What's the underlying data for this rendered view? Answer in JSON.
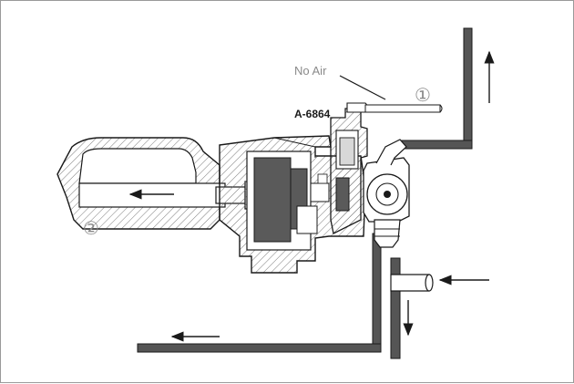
{
  "labels": {
    "no_air": "No Air",
    "part_number": "A-6864",
    "callout_1": "①",
    "callout_2": "②"
  },
  "colors": {
    "line": "#1a1a1a",
    "pipe_dark": "#555555",
    "callout_gray": "#8a8a8a",
    "hatch": "#6a6a6a"
  }
}
